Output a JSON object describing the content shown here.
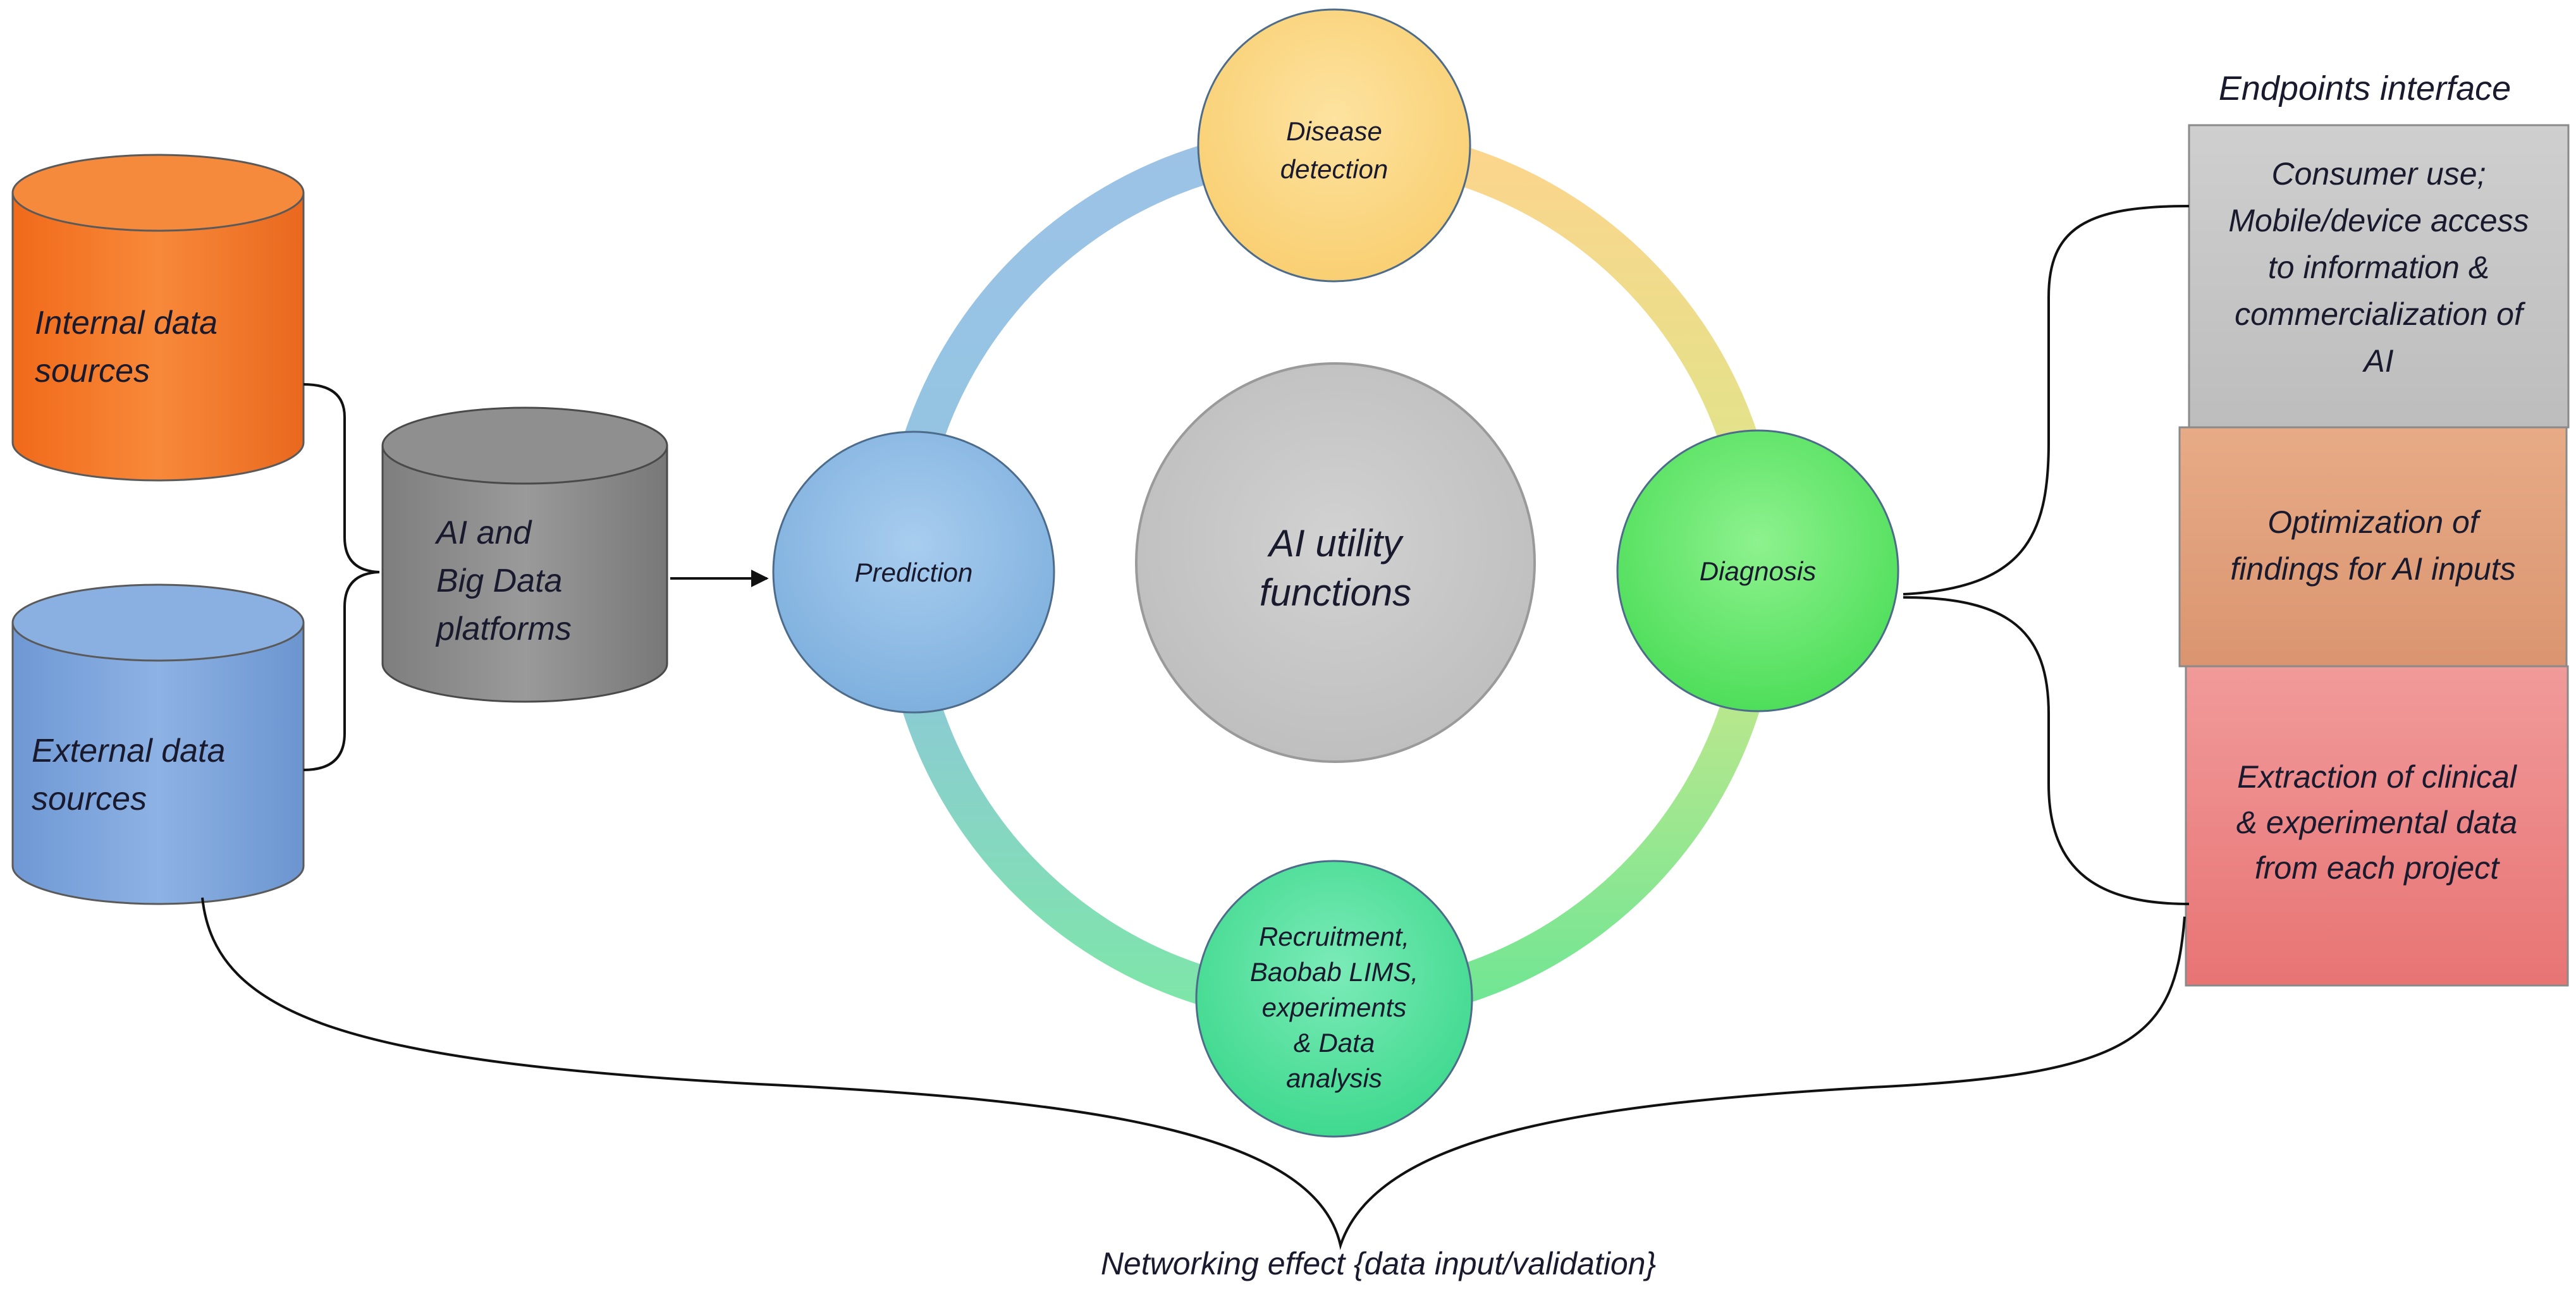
{
  "diagram": {
    "sources": {
      "internal": [
        "Internal data",
        "sources"
      ],
      "external": [
        "External data",
        "sources"
      ],
      "platform": [
        "AI and",
        "Big Data",
        "platforms"
      ]
    },
    "cycle": {
      "center": [
        "AI utility",
        "functions"
      ],
      "disease_detection": [
        "Disease",
        "detection"
      ],
      "prediction": [
        "Prediction"
      ],
      "diagnosis": [
        "Diagnosis"
      ],
      "recruitment": [
        "Recruitment,",
        "Baobab LIMS,",
        "experiments",
        "& Data",
        "analysis"
      ]
    },
    "endpoints": {
      "heading": "Endpoints interface",
      "consumer": [
        "Consumer use;",
        "Mobile/device access",
        "to information &",
        "commercialization of",
        "AI"
      ],
      "optimization": [
        "Optimization of",
        "findings for AI inputs"
      ],
      "extraction": [
        "Extraction of clinical",
        "& experimental data",
        "from each project"
      ]
    },
    "footer": "Networking effect  {data input/validation}"
  },
  "colors": {
    "internal_cylinder": "#f47b2a",
    "external_cylinder": "#7ea6dc",
    "platform_cylinder": "#8c8c8c",
    "prediction": "#8fbbe3",
    "disease_detection": "#fbd98a",
    "diagnosis": "#6ee86e",
    "recruitment": "#5fe0a0",
    "center": "#c8c8c8",
    "consumer_box": "#c6c6c6",
    "optimization_box": "#e2a07c",
    "extraction_box": "#ec8585"
  }
}
